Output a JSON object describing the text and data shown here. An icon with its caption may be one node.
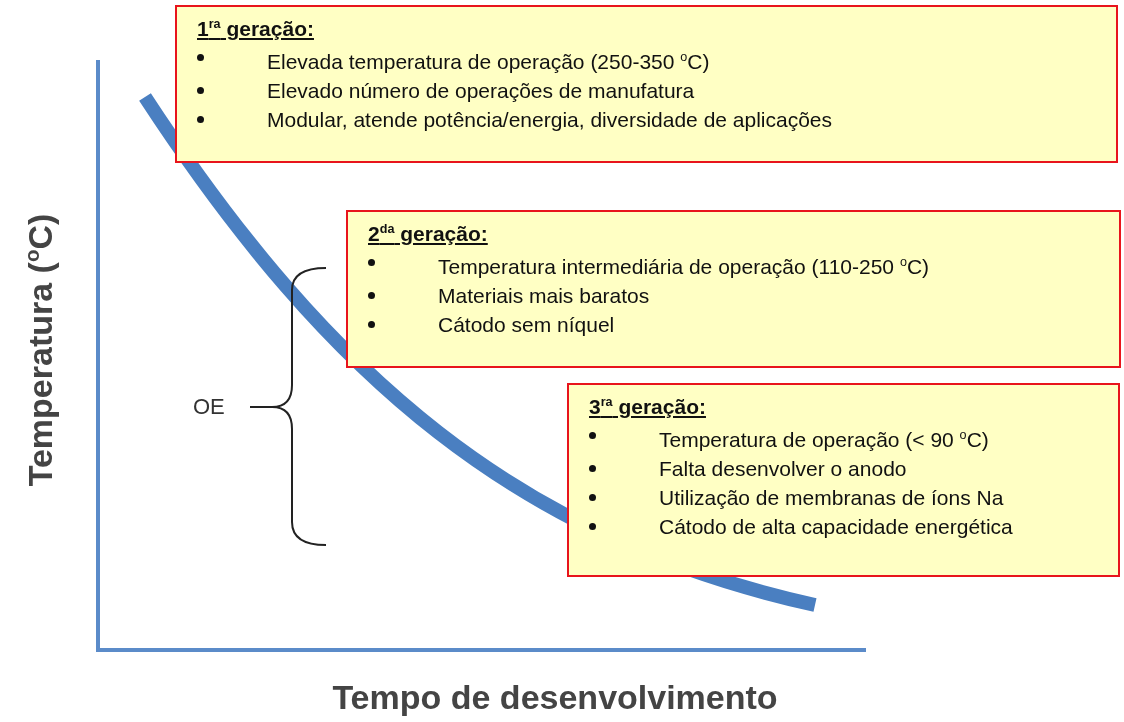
{
  "diagram": {
    "nodes": [
      {
        "text": [
          "1$^{ra}$ geração:",
          "Elevada temperatura de operação (250-350 $^{o}$C)",
          "Elevado número de operações de manufatura",
          "Modular, atende potência/energia, diversidade de aplicações"
        ]
      },
      {
        "text": [
          "2$^{da}$ geração:",
          "Temperatura intermediária de operação (110-250 $^{o}$C)",
          "Materiais mais baratos",
          "Cátodo sem níquel"
        ]
      },
      {
        "text": [
          "3$^{ra}$ geração:",
          "Temperatura de operação (< 90 $^{o}$C)",
          "Falta desenvolver o anodo",
          "Utilização de membranas de íons Na",
          "Cátodo de alta capacidade energética"
        ]
      }
    ],
    "edges": [],
    "labels": [
      "OE",
      "Temperatura ($^{o}$C)",
      "Tempo de desenvolvimento"
    ]
  }
}
